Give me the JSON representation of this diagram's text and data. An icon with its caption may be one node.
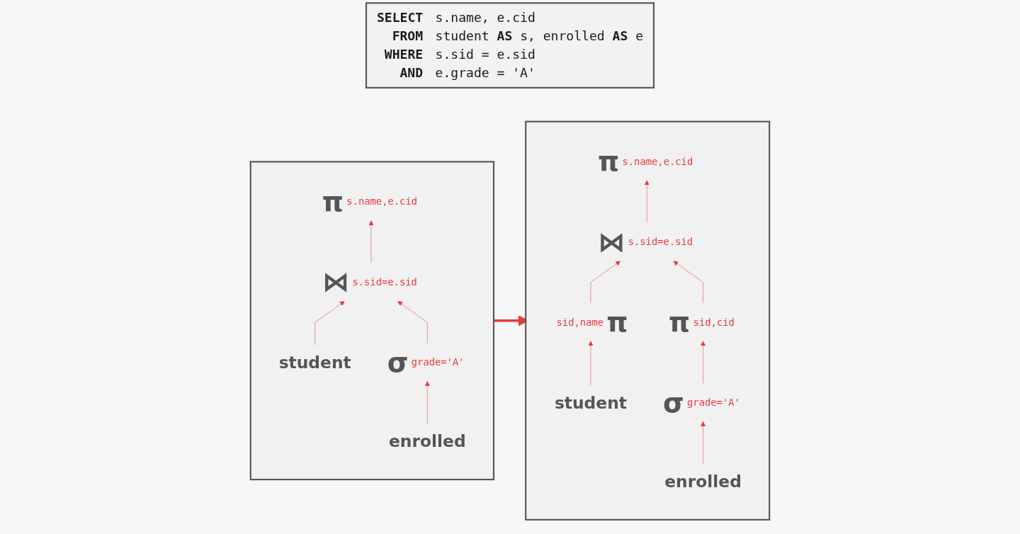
{
  "diagram": {
    "nodes": [
      {
        "text": [
          "**SELECT** s.name, e.cid",
          "**FROM** student **AS** s, enrolled **AS** e",
          "**WHERE** s.sid = e.sid",
          "**AND** e.grade = 'A'"
        ]
      },
      {
        "text": [],
        "shape": "box"
      },
      {
        "text": [
          "π"
        ],
        "beside": [
          "s.name,e.cid"
        ],
        "in": 1
      },
      {
        "text": [
          "⋈"
        ],
        "beside": [
          "s.sid=e.sid"
        ],
        "in": 1
      },
      {
        "text": [
          "σ"
        ],
        "beside": [
          "grade='A'"
        ],
        "in": 1
      },
      {
        "text": [
          "student"
        ],
        "in": 1
      },
      {
        "text": [
          "enrolled"
        ],
        "in": 1
      },
      {
        "text": [],
        "shape": "box"
      },
      {
        "text": [
          "π"
        ],
        "beside": [
          "s.name,e.cid"
        ],
        "in": 7
      },
      {
        "text": [
          "⋈"
        ],
        "beside": [
          "s.sid=e.sid"
        ],
        "in": 7
      },
      {
        "text": [
          "π"
        ],
        "beside": [
          "sid,name"
        ],
        "in": 7
      },
      {
        "text": [
          "π"
        ],
        "beside": [
          "sid,cid"
        ],
        "in": 7
      },
      {
        "text": [
          "σ"
        ],
        "beside": [
          "grade='A'"
        ],
        "in": 7
      },
      {
        "text": [
          "student"
        ],
        "in": 7
      },
      {
        "text": [
          "enrolled"
        ],
        "in": 7
      }
    ],
    "edges": [
      {
        "from": 5,
        "to": 3,
        "arrow": "to"
      },
      {
        "from": 4,
        "to": 3,
        "arrow": "to"
      },
      {
        "from": 6,
        "to": 4,
        "arrow": "to"
      },
      {
        "from": 3,
        "to": 2,
        "arrow": "to"
      },
      {
        "from": 1,
        "to": 7,
        "arrow": "to",
        "style": "thick"
      },
      {
        "from": 13,
        "to": 10,
        "arrow": "to"
      },
      {
        "from": 10,
        "to": 9,
        "arrow": "to"
      },
      {
        "from": 14,
        "to": 12,
        "arrow": "to"
      },
      {
        "from": 12,
        "to": 11,
        "arrow": "to"
      },
      {
        "from": 11,
        "to": 9,
        "arrow": "to"
      },
      {
        "from": 9,
        "to": 8,
        "arrow": "to"
      }
    ]
  }
}
